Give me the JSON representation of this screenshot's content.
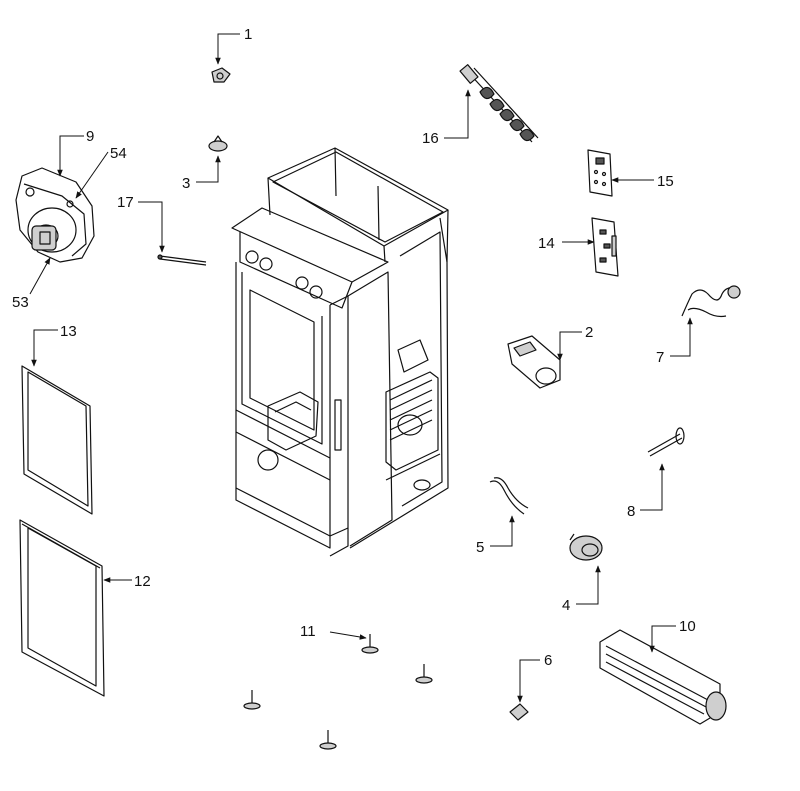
{
  "callouts": [
    {
      "id": "c1",
      "text": "1"
    },
    {
      "id": "c2",
      "text": "2"
    },
    {
      "id": "c3",
      "text": "3"
    },
    {
      "id": "c4",
      "text": "4"
    },
    {
      "id": "c5",
      "text": "5"
    },
    {
      "id": "c6",
      "text": "6"
    },
    {
      "id": "c7",
      "text": "7"
    },
    {
      "id": "c8",
      "text": "8"
    },
    {
      "id": "c9",
      "text": "9"
    },
    {
      "id": "c10",
      "text": "10"
    },
    {
      "id": "c11",
      "text": "11"
    },
    {
      "id": "c12",
      "text": "12"
    },
    {
      "id": "c13",
      "text": "13"
    },
    {
      "id": "c14",
      "text": "14"
    },
    {
      "id": "c15",
      "text": "15"
    },
    {
      "id": "c16",
      "text": "16"
    },
    {
      "id": "c17",
      "text": "17"
    },
    {
      "id": "c53",
      "text": "53"
    },
    {
      "id": "c54",
      "text": "54"
    }
  ],
  "colors": {
    "line": "#111111",
    "background": "#ffffff"
  }
}
